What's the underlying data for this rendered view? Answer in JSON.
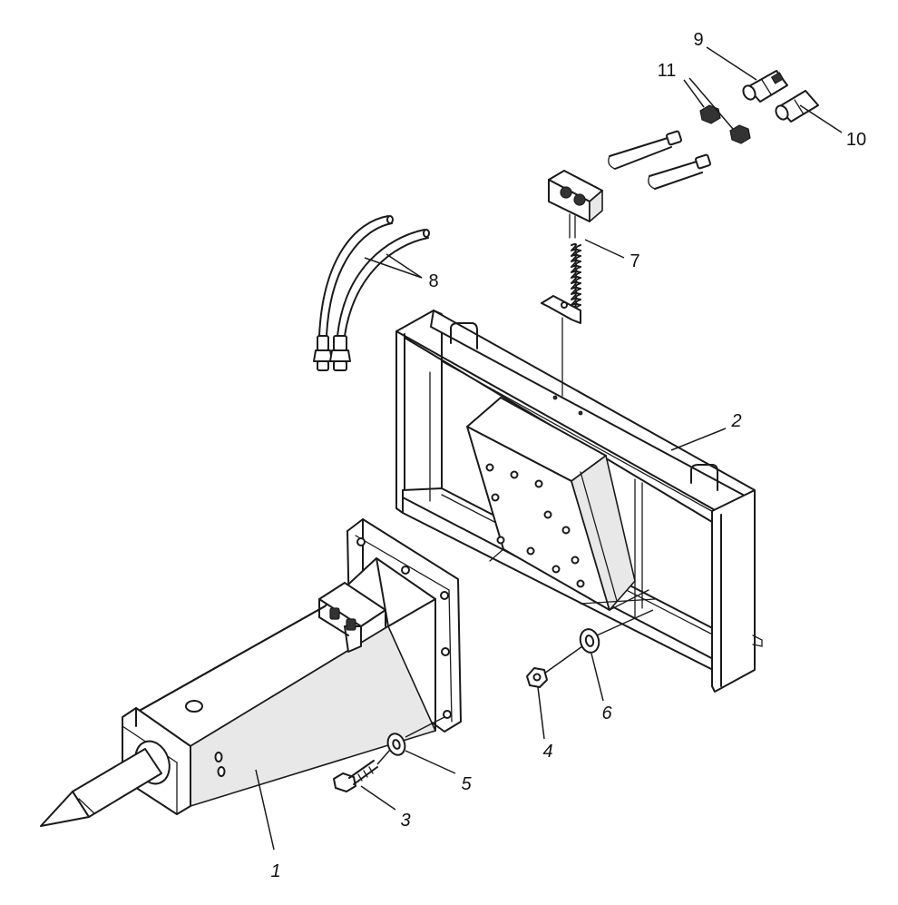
{
  "diagram": {
    "callouts": [
      {
        "id": "1",
        "text": "1",
        "italic": true
      },
      {
        "id": "2",
        "text": "2",
        "italic": true
      },
      {
        "id": "3",
        "text": "3",
        "italic": true
      },
      {
        "id": "4",
        "text": "4",
        "italic": true
      },
      {
        "id": "5",
        "text": "5",
        "italic": true
      },
      {
        "id": "6",
        "text": "6",
        "italic": true
      },
      {
        "id": "7",
        "text": "7",
        "italic": false
      },
      {
        "id": "8",
        "text": "8",
        "italic": false
      },
      {
        "id": "9",
        "text": "9",
        "italic": false
      },
      {
        "id": "10",
        "text": "10",
        "italic": false
      },
      {
        "id": "11",
        "text": "11",
        "italic": false
      }
    ],
    "line_color": "#1a1a1a",
    "background": "#ffffff"
  }
}
